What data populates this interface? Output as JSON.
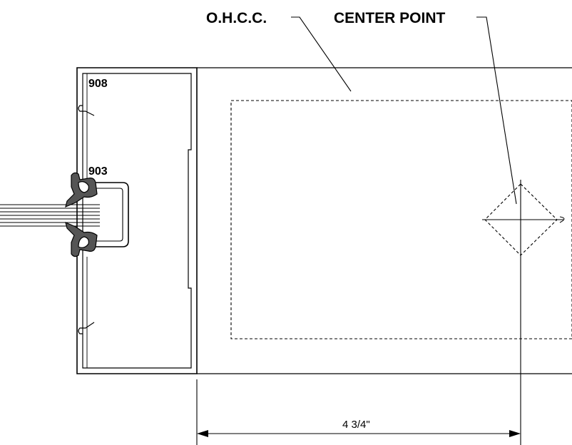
{
  "labels": {
    "ohcc": "O.H.C.C.",
    "center_point": "CENTER POINT",
    "part_908": "908",
    "part_903": "903"
  },
  "dimension": {
    "value": "4 3/4\""
  },
  "colors": {
    "line": "#000000",
    "background": "#ffffff",
    "gasket_fill": "#555555"
  }
}
